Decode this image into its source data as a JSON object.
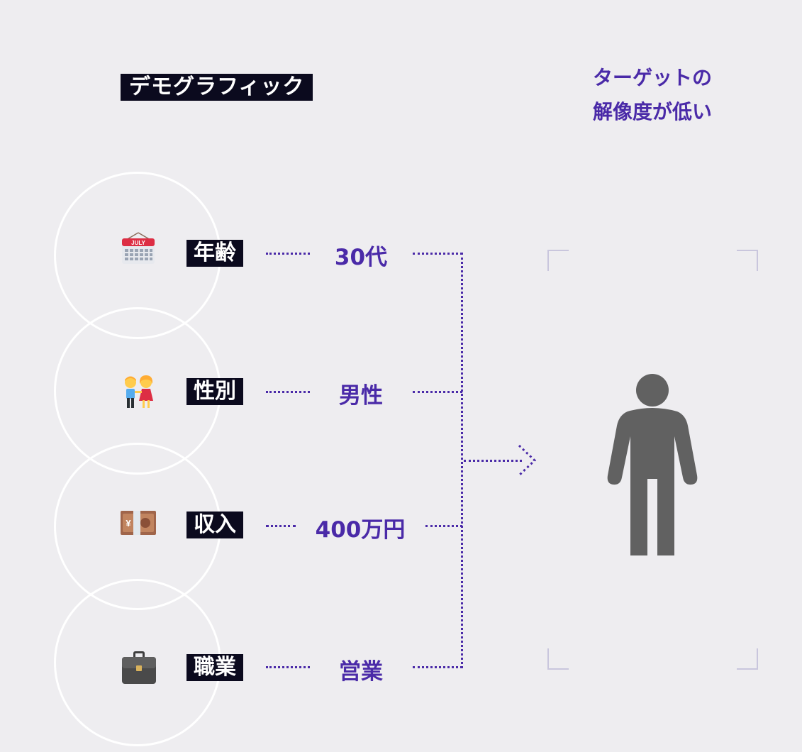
{
  "title": "デモグラフィック",
  "headline": {
    "line1": "ターゲットの",
    "line2": "解像度が低い"
  },
  "rows": [
    {
      "label": "年齢",
      "value": "30代",
      "icon": "calendar-icon",
      "calendar_text": "JULY"
    },
    {
      "label": "性別",
      "value": "男性",
      "icon": "couple-icon"
    },
    {
      "label": "収入",
      "value": "400万円",
      "icon": "money-icon",
      "currency_symbol": "¥"
    },
    {
      "label": "職業",
      "value": "営業",
      "icon": "briefcase-icon"
    }
  ],
  "figure_icon": "person-silhouette-icon",
  "colors": {
    "accent": "#4a2aa8",
    "tag_bg": "#0b0a1e",
    "background": "#eeedf0",
    "person": "#616161"
  }
}
